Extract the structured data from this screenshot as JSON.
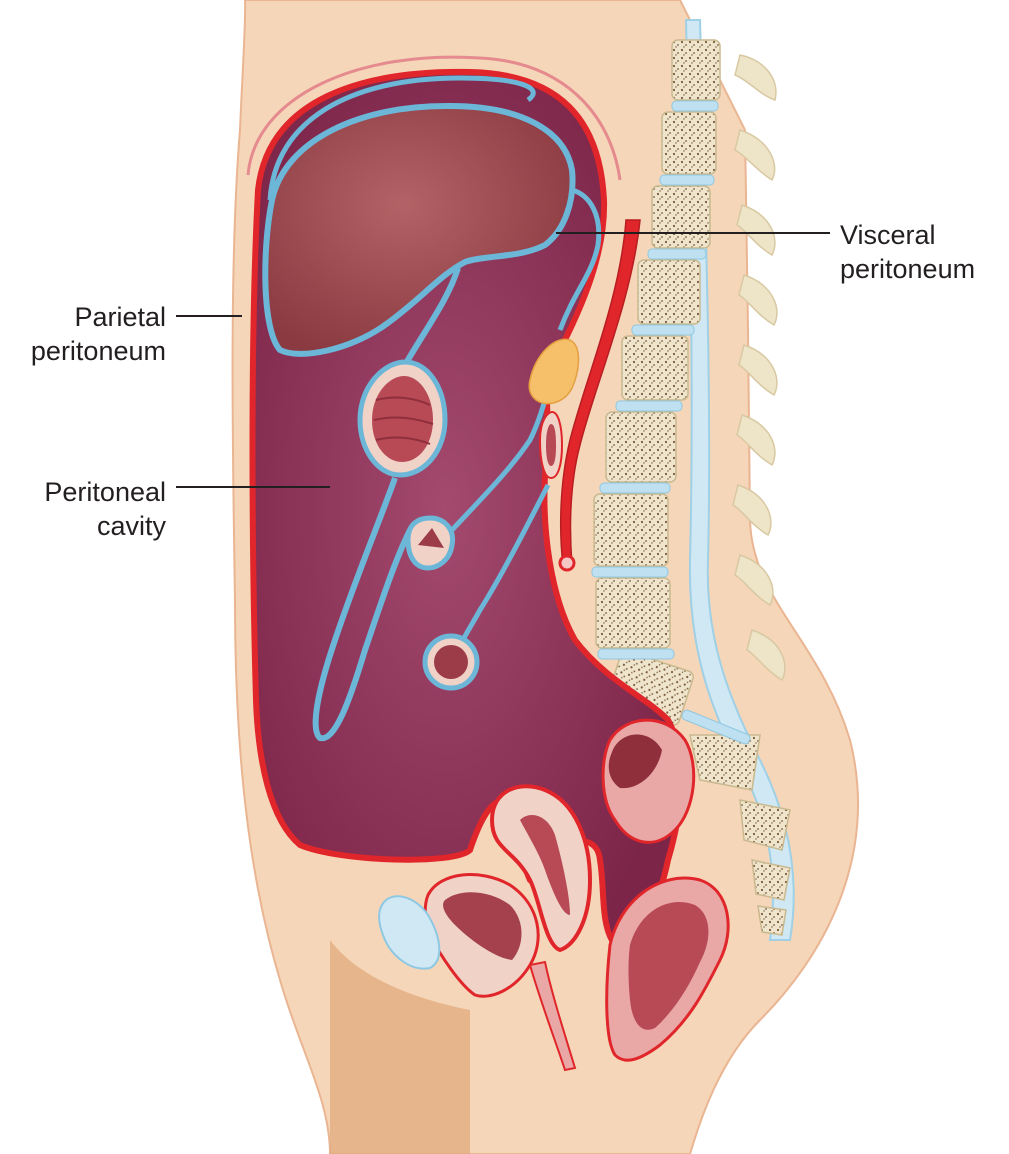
{
  "labels": {
    "parietal": {
      "line1": "Parietal",
      "line2": "peritoneum"
    },
    "cavity": {
      "line1": "Peritoneal",
      "line2": "cavity"
    },
    "visceral": {
      "line1": "Visceral",
      "line2": "peritoneum"
    }
  },
  "colors": {
    "skin": "#f6d6b8",
    "skin_edge": "#e9b592",
    "parietal_line": "#e0262b",
    "visceral_line": "#6cb6d8",
    "cavity_fill": "#8f2f55",
    "liver": "#9c4a4e",
    "vertebra": "#f3ead6",
    "disc": "#bfe0f0",
    "organ_pink": "#e9a7a6",
    "leader": "#231f20"
  }
}
